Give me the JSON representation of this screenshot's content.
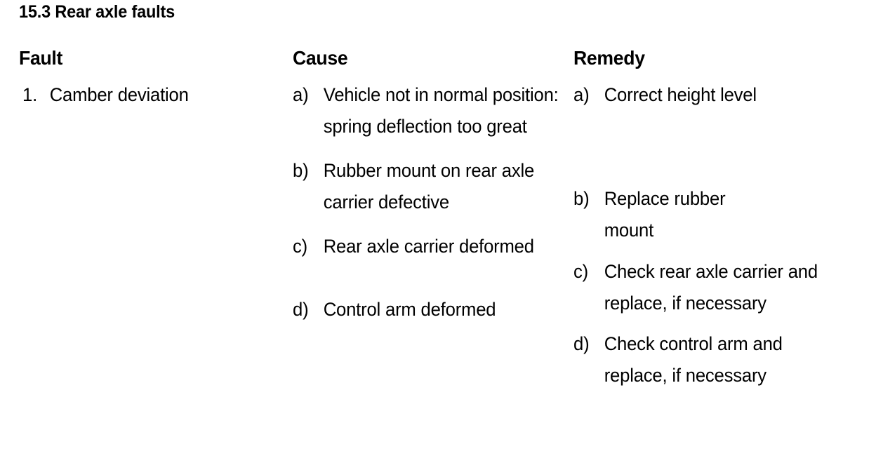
{
  "document": {
    "section_number": "15.3",
    "section_title": "15.3 Rear axle faults",
    "background_color": "#ffffff",
    "text_color": "#000000"
  },
  "table": {
    "headers": {
      "fault": "Fault",
      "cause": "Cause",
      "remedy": "Remedy"
    },
    "fault_items": [
      {
        "marker": "1.",
        "text": "Camber deviation"
      }
    ],
    "cause_items": [
      {
        "marker": "a)",
        "text": "Vehicle not in normal position: spring deflection too great"
      },
      {
        "marker": "b)",
        "text": "Rubber mount on rear axle carrier defective"
      },
      {
        "marker": "c)",
        "text": "Rear axle carrier deformed"
      },
      {
        "marker": "d)",
        "text": "Control arm deformed"
      }
    ],
    "remedy_items": [
      {
        "marker": "a)",
        "text": "Correct height level"
      },
      {
        "marker": "b)",
        "text": "Replace rubber mount"
      },
      {
        "marker": "c)",
        "text": "Check rear axle carrier and replace, if necessary"
      },
      {
        "marker": "d)",
        "text": "Check control arm and replace, if necessary"
      }
    ]
  }
}
